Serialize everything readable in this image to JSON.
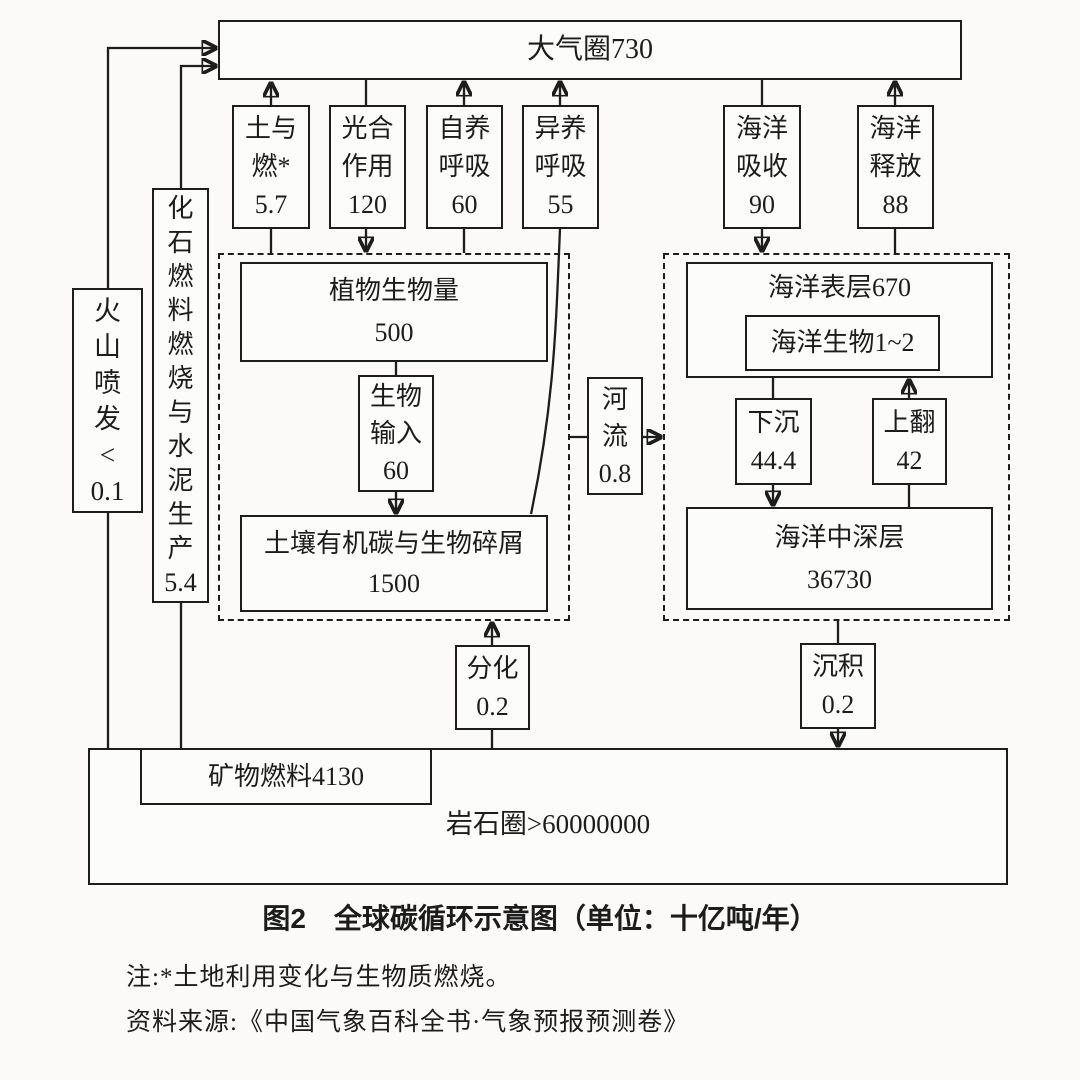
{
  "colors": {
    "ink": "#1d1d1d",
    "paper": "#fbfaf8",
    "box_fill": "#fcfcfb"
  },
  "unit_note": "单位：十亿吨/年",
  "diagram": {
    "atmosphere": {
      "label": "大气圈730"
    },
    "flux": {
      "land_use_burning": {
        "lines": [
          "土与",
          "燃*",
          "5.7"
        ]
      },
      "photosynthesis": {
        "lines": [
          "光合",
          "作用",
          "120"
        ]
      },
      "autotrophic_respiration": {
        "lines": [
          "自养",
          "呼吸",
          "60"
        ]
      },
      "heterotrophic_respiration": {
        "lines": [
          "异养",
          "呼吸",
          "55"
        ]
      },
      "ocean_uptake": {
        "lines": [
          "海洋",
          "吸收",
          "90"
        ]
      },
      "ocean_release": {
        "lines": [
          "海洋",
          "释放",
          "88"
        ]
      }
    },
    "volcano": {
      "lines": [
        "火",
        "山",
        "喷",
        "发",
        "<",
        "0.1"
      ]
    },
    "fossil": {
      "lines": [
        "化",
        "石",
        "燃",
        "料",
        "燃",
        "烧",
        "与",
        "水",
        "泥",
        "生",
        "产",
        "5.4"
      ]
    },
    "land": {
      "plant": {
        "lines": [
          "植物生物量",
          "500"
        ]
      },
      "bio_input": {
        "lines": [
          "生物",
          "输入",
          "60"
        ]
      },
      "soil": {
        "lines": [
          "土壤有机碳与生物碎屑",
          "1500"
        ]
      }
    },
    "river": {
      "lines": [
        "河",
        "流",
        "0.8"
      ]
    },
    "ocean": {
      "surface": {
        "label": "海洋表层670"
      },
      "marine_bio": {
        "label": "海洋生物1~2"
      },
      "sinking": {
        "lines": [
          "下沉",
          "44.4"
        ]
      },
      "upwelling": {
        "lines": [
          "上翻",
          "42"
        ]
      },
      "deep": {
        "lines": [
          "海洋中深层",
          "36730"
        ]
      }
    },
    "weathering": {
      "lines": [
        "分化",
        "0.2"
      ]
    },
    "sedimentation": {
      "lines": [
        "沉积",
        "0.2"
      ]
    },
    "rock": {
      "label": "岩石圈>60000000"
    },
    "mineral_fuel": {
      "label": "矿物燃料4130"
    }
  },
  "caption": "图2　全球碳循环示意图（单位：十亿吨/年）",
  "notes": [
    "注:*土地利用变化与生物质燃烧。",
    "资料来源:《中国气象百科全书·气象预报预测卷》"
  ]
}
